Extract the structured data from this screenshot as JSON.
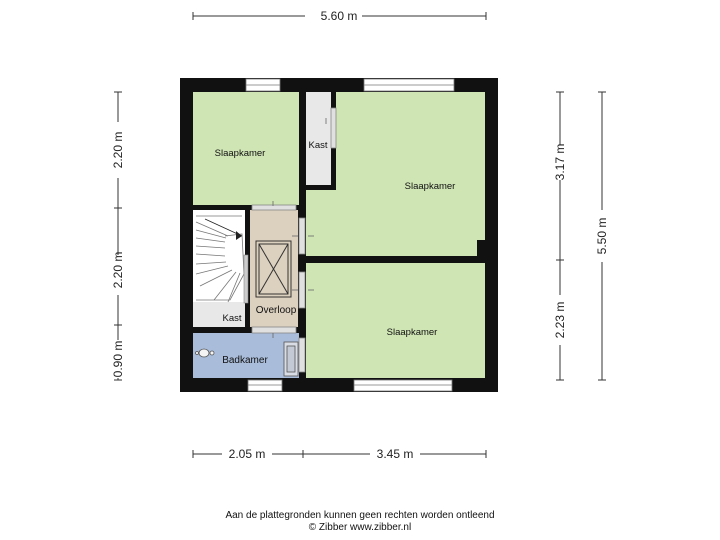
{
  "colors": {
    "wall": "#111111",
    "bedroom": "#cfe5b4",
    "landing": "#dcd0bf",
    "bathroom": "#a9bddb",
    "storage": "#e8e8e8",
    "dimension_line": "#333333",
    "window": "#ffffff"
  },
  "rooms": {
    "slaapkamer_1": "Slaapkamer",
    "slaapkamer_2": "Slaapkamer",
    "slaapkamer_3": "Slaapkamer",
    "kast_1": "Kast",
    "kast_2": "Kast",
    "overloop": "Overloop",
    "badkamer": "Badkamer"
  },
  "dimensions": {
    "top_width": "5.60 m",
    "left_upper": "2.20 m",
    "left_middle": "2.20 m",
    "left_lower": "0.90 m",
    "right_upper": "3.17 m",
    "right_lower": "2.23 m",
    "right_total": "5.50 m",
    "bottom_left": "2.05 m",
    "bottom_right": "3.45 m"
  },
  "footer": {
    "disclaimer": "Aan de plattegronden kunnen geen rechten worden ontleend",
    "copyright": "© Zibber www.zibber.nl"
  },
  "icons": {
    "stairs": "staircase-icon",
    "hatch": "attic-hatch-icon",
    "sink": "sink-icon"
  }
}
